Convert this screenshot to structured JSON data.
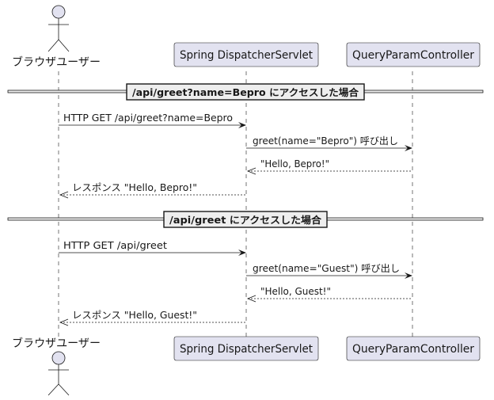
{
  "participants": [
    {
      "id": "browser",
      "label": "ブラウザユーザー",
      "kind": "actor"
    },
    {
      "id": "dispatcher",
      "label": "Spring DispatcherServlet",
      "kind": "participant"
    },
    {
      "id": "controller",
      "label": "QueryParamController",
      "kind": "participant"
    }
  ],
  "dividers": [
    {
      "label": "/api/greet?name=Bepro にアクセスした場合"
    },
    {
      "label": "/api/greet にアクセスした場合"
    }
  ],
  "messages": [
    {
      "from": "browser",
      "to": "dispatcher",
      "label": "HTTP GET /api/greet?name=Bepro",
      "style": "solid"
    },
    {
      "from": "dispatcher",
      "to": "controller",
      "label": "greet(name=\"Bepro\") 呼び出し",
      "style": "solid"
    },
    {
      "from": "controller",
      "to": "dispatcher",
      "label": "\"Hello, Bepro!\"",
      "style": "dashed"
    },
    {
      "from": "dispatcher",
      "to": "browser",
      "label": "レスポンス \"Hello, Bepro!\"",
      "style": "dashed"
    },
    {
      "from": "browser",
      "to": "dispatcher",
      "label": "HTTP GET /api/greet",
      "style": "solid"
    },
    {
      "from": "dispatcher",
      "to": "controller",
      "label": "greet(name=\"Guest\") 呼び出し",
      "style": "solid"
    },
    {
      "from": "controller",
      "to": "dispatcher",
      "label": "\"Hello, Guest!\"",
      "style": "dashed"
    },
    {
      "from": "dispatcher",
      "to": "browser",
      "label": "レスポンス \"Hello, Guest!\"",
      "style": "dashed"
    }
  ],
  "colors": {
    "participant_fill": "#E2E2F0",
    "line": "#181818",
    "divider_fill": "#EEEEEE"
  }
}
